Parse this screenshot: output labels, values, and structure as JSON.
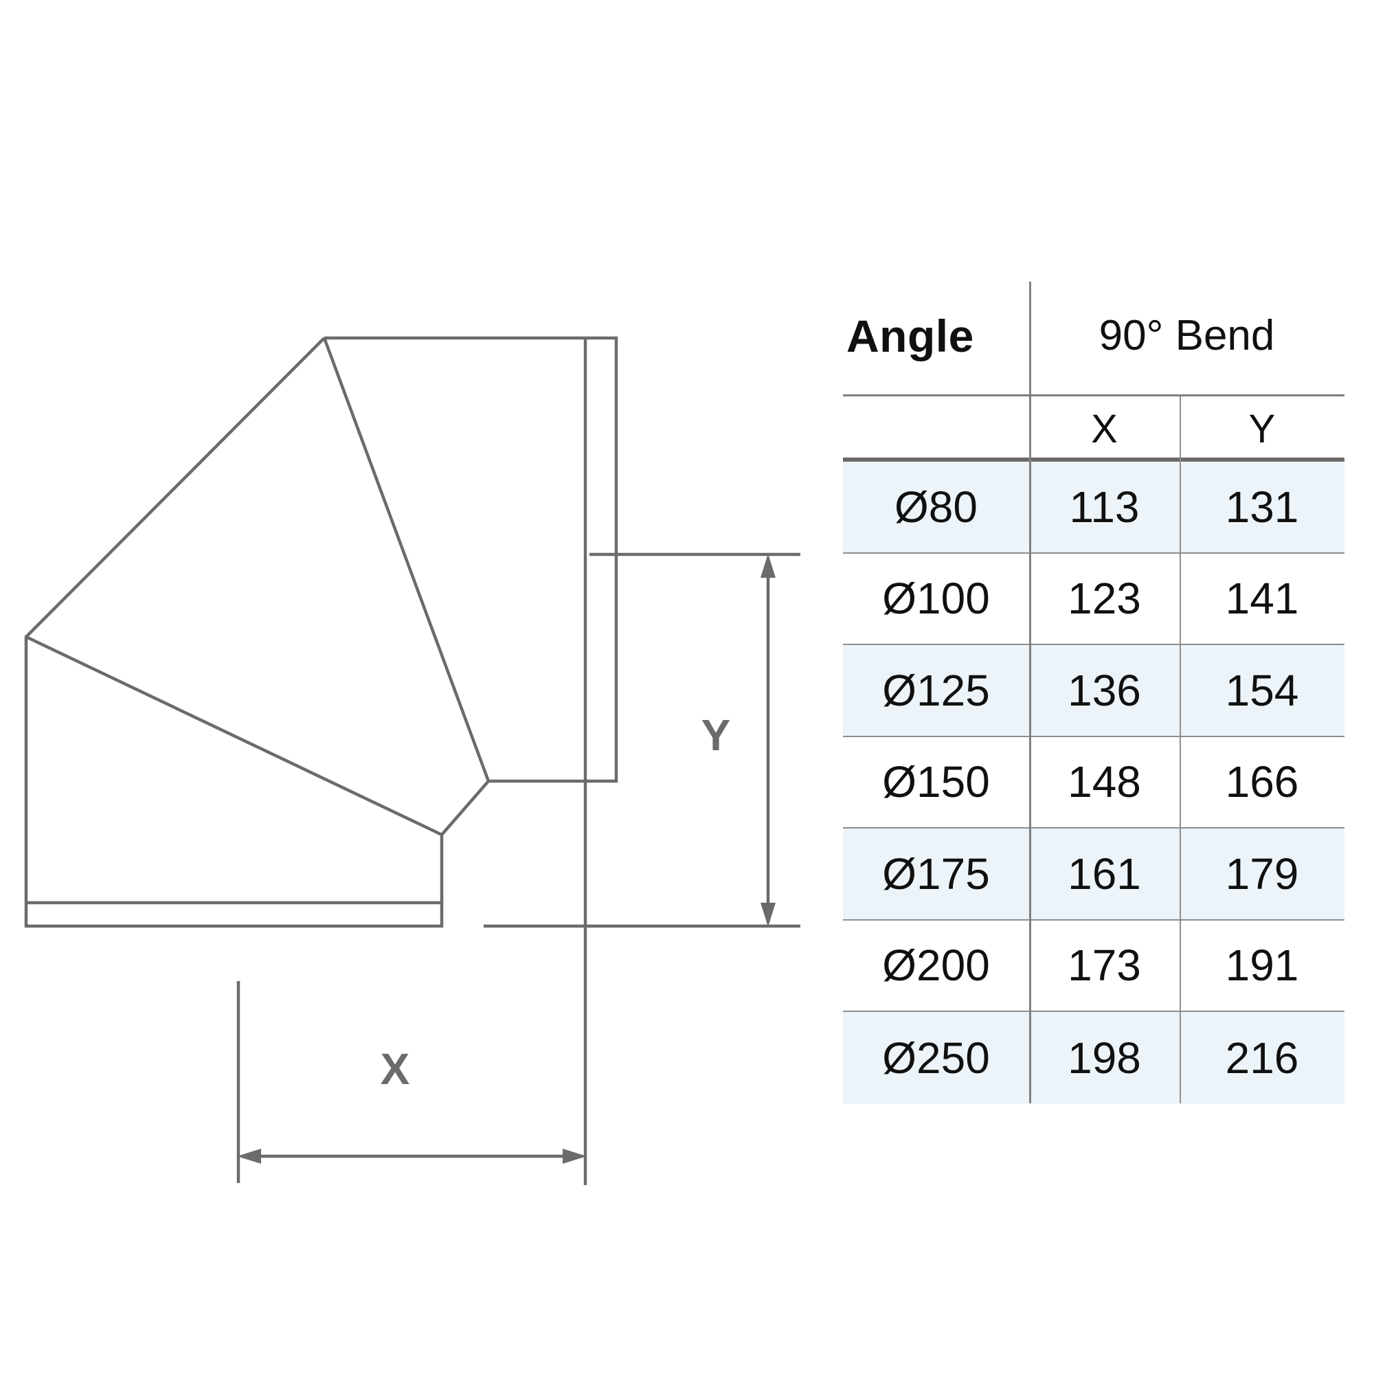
{
  "diagram": {
    "dim_labels": {
      "x": "X",
      "y": "Y"
    },
    "line_color": "#6b6b6b"
  },
  "table": {
    "header": {
      "angle_label": "Angle",
      "group_label": "90° Bend",
      "col_x": "X",
      "col_y": "Y"
    },
    "rows": [
      {
        "size": "Ø80",
        "x": "113",
        "y": "131"
      },
      {
        "size": "Ø100",
        "x": "123",
        "y": "141"
      },
      {
        "size": "Ø125",
        "x": "136",
        "y": "154"
      },
      {
        "size": "Ø150",
        "x": "148",
        "y": "166"
      },
      {
        "size": "Ø175",
        "x": "161",
        "y": "179"
      },
      {
        "size": "Ø200",
        "x": "173",
        "y": "191"
      },
      {
        "size": "Ø250",
        "x": "198",
        "y": "216"
      }
    ],
    "stripe_color": "#edf4f9",
    "grid_color": "#8d8d8d"
  }
}
